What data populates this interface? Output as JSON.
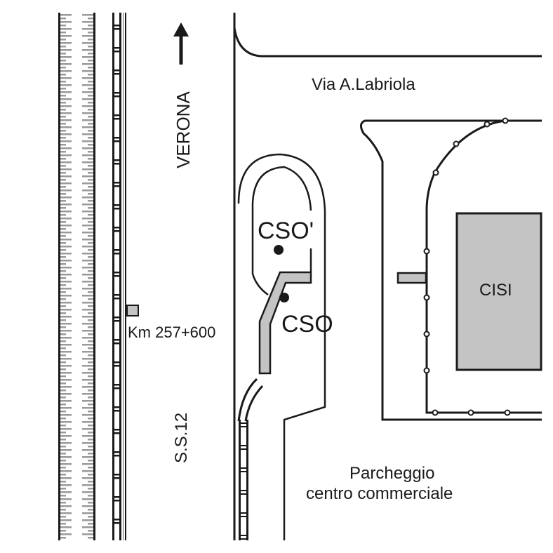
{
  "map": {
    "labels": {
      "direction": "VERONA",
      "street_top": "Via A.Labriola",
      "cso_prime": "CSO'",
      "cso": "CSO",
      "km_marker": "Km 257+600",
      "road": "S.S.12",
      "building": "CISI",
      "parking_line1": "Parcheggio",
      "parking_line2": "centro commerciale"
    },
    "icons": {
      "direction_arrow": "arrow-up-icon",
      "cso_point": "filled-circle-icon",
      "fence_post": "open-circle-icon"
    },
    "colors": {
      "line": "#1a1a1a",
      "fill_gray": "#c4c4c4",
      "rail_gray": "#9a9a9a",
      "background": "#ffffff"
    }
  }
}
